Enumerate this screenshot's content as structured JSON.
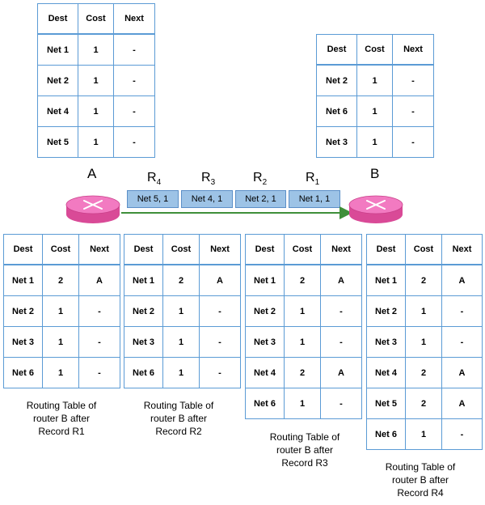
{
  "headers": {
    "dest": "Dest",
    "cost": "Cost",
    "next": "Next"
  },
  "router_a": {
    "name": "A",
    "table": [
      [
        "Net 1",
        "1",
        "-"
      ],
      [
        "Net 2",
        "1",
        "-"
      ],
      [
        "Net 4",
        "1",
        "-"
      ],
      [
        "Net 5",
        "1",
        "-"
      ]
    ]
  },
  "router_b": {
    "name": "B",
    "table": [
      [
        "Net 2",
        "1",
        "-"
      ],
      [
        "Net 6",
        "1",
        "-"
      ],
      [
        "Net 3",
        "1",
        "-"
      ]
    ]
  },
  "records": {
    "r4": {
      "letter": "R",
      "sub": "4",
      "payload": "Net 5, 1"
    },
    "r3": {
      "letter": "R",
      "sub": "3",
      "payload": "Net 4, 1"
    },
    "r2": {
      "letter": "R",
      "sub": "2",
      "payload": "Net 2, 1"
    },
    "r1": {
      "letter": "R",
      "sub": "1",
      "payload": "Net 1, 1"
    }
  },
  "after_tables": [
    {
      "rows": [
        [
          "Net 1",
          "2",
          "A"
        ],
        [
          "Net 2",
          "1",
          "-"
        ],
        [
          "Net 3",
          "1",
          "-"
        ],
        [
          "Net 6",
          "1",
          "-"
        ]
      ],
      "caption": [
        "Routing Table of",
        "router B after",
        "Record R1"
      ]
    },
    {
      "rows": [
        [
          "Net 1",
          "2",
          "A"
        ],
        [
          "Net 2",
          "1",
          "-"
        ],
        [
          "Net 3",
          "1",
          "-"
        ],
        [
          "Net 6",
          "1",
          "-"
        ]
      ],
      "caption": [
        "Routing Table of",
        "router B after",
        "Record R2"
      ]
    },
    {
      "rows": [
        [
          "Net 1",
          "2",
          "A"
        ],
        [
          "Net 2",
          "1",
          "-"
        ],
        [
          "Net 3",
          "1",
          "-"
        ],
        [
          "Net 4",
          "2",
          "A"
        ],
        [
          "Net 6",
          "1",
          "-"
        ]
      ],
      "caption": [
        "Routing Table of",
        "router B after",
        "Record R3"
      ]
    },
    {
      "rows": [
        [
          "Net 1",
          "2",
          "A"
        ],
        [
          "Net 2",
          "1",
          "-"
        ],
        [
          "Net 3",
          "1",
          "-"
        ],
        [
          "Net 4",
          "2",
          "A"
        ],
        [
          "Net 5",
          "2",
          "A"
        ],
        [
          "Net 6",
          "1",
          "-"
        ]
      ],
      "caption": [
        "Routing Table of",
        "router B after",
        "Record R4"
      ]
    }
  ],
  "colors": {
    "table_border": "#5b9bd5",
    "router": "#f06bb5",
    "link": "#3f8f3a",
    "packet": "#9dc3e6"
  }
}
